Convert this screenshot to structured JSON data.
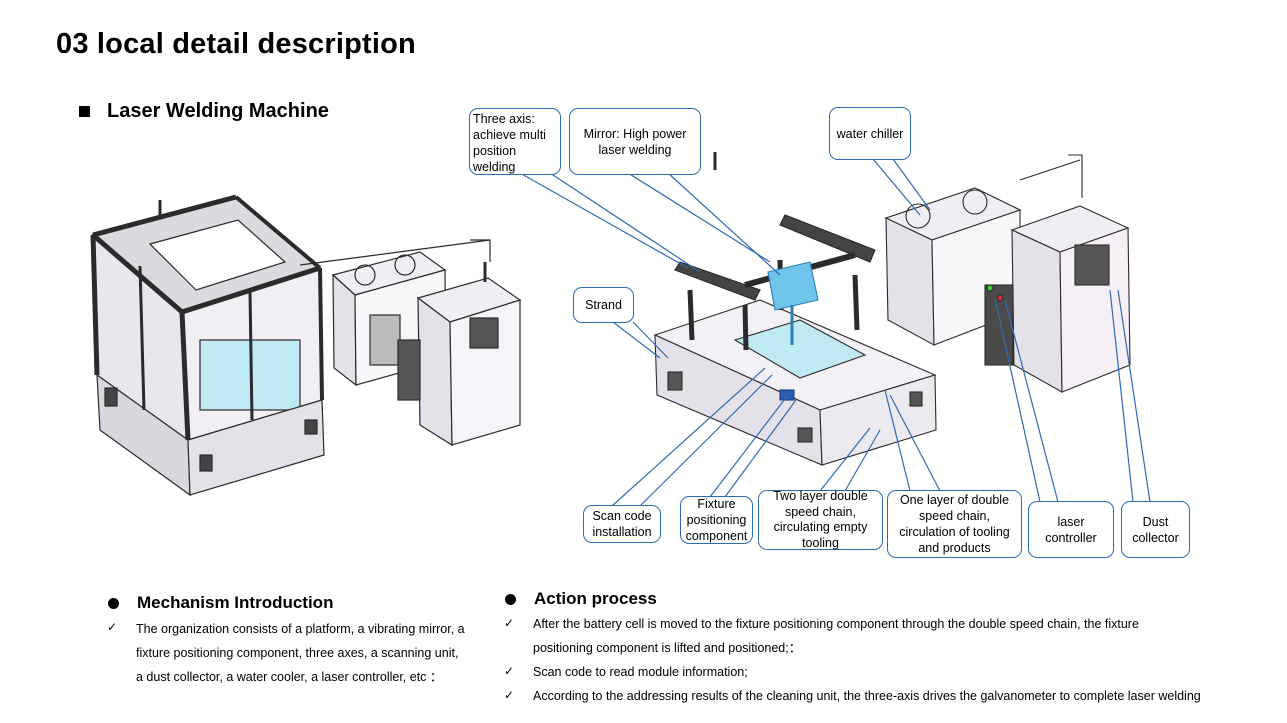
{
  "page_title": "03 local detail description",
  "subtitle": "Laser Welding Machine",
  "callouts": {
    "three_axis": "Three axis: achieve multi position welding",
    "mirror": "Mirror: High power laser welding",
    "water_chiller": "water chiller",
    "strand": "Strand",
    "scan_code": "Scan code installation",
    "fixture": "Fixture positioning component",
    "two_layer": "Two layer double speed chain, circulating empty tooling",
    "one_layer": "One layer of double speed chain, circulation of tooling and products",
    "laser_controller": "laser controller",
    "dust_collector": "Dust collector"
  },
  "mechanism": {
    "heading": "Mechanism Introduction",
    "text": "The organization consists of a platform, a vibrating mirror, a fixture positioning component, three axes, a scanning unit, a dust collector, a water cooler, a laser controller, etc ："
  },
  "action": {
    "heading": "Action process",
    "items": [
      "After the battery cell is moved to the fixture positioning component through the double speed chain, the fixture positioning component is lifted and positioned;：",
      "Scan code to read module information;",
      "According to the addressing results of the cleaning unit, the three-axis drives the galvanometer to complete laser welding"
    ]
  },
  "colors": {
    "callout_border": "#2f6bb3",
    "frame": "#2b2b2b",
    "panel": "#e9e6ee",
    "glass": "#bfe9f3",
    "mirror_blue": "#6fc4ec"
  }
}
